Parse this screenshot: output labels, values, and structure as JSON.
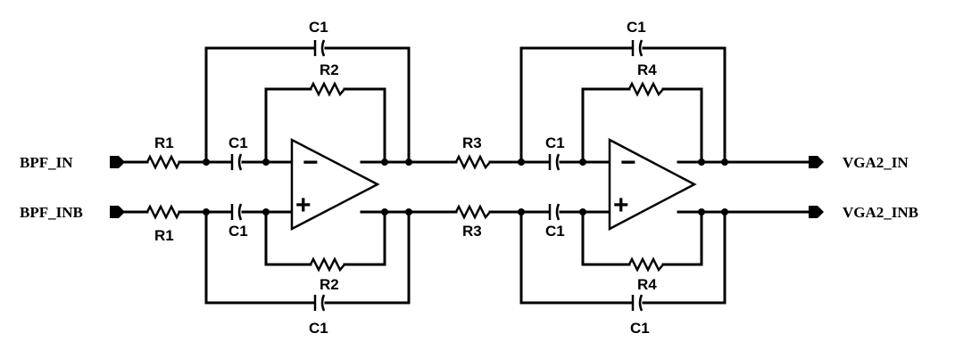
{
  "ports": {
    "in_p": "BPF_IN",
    "in_n": "BPF_INB",
    "out_p": "VGA2_IN",
    "out_n": "VGA2_INB"
  },
  "labels": {
    "r1": "R1",
    "r2": "R2",
    "r3": "R3",
    "r4": "R4",
    "c1": "C1"
  },
  "opamp": {
    "minus": "−",
    "plus": "+"
  }
}
